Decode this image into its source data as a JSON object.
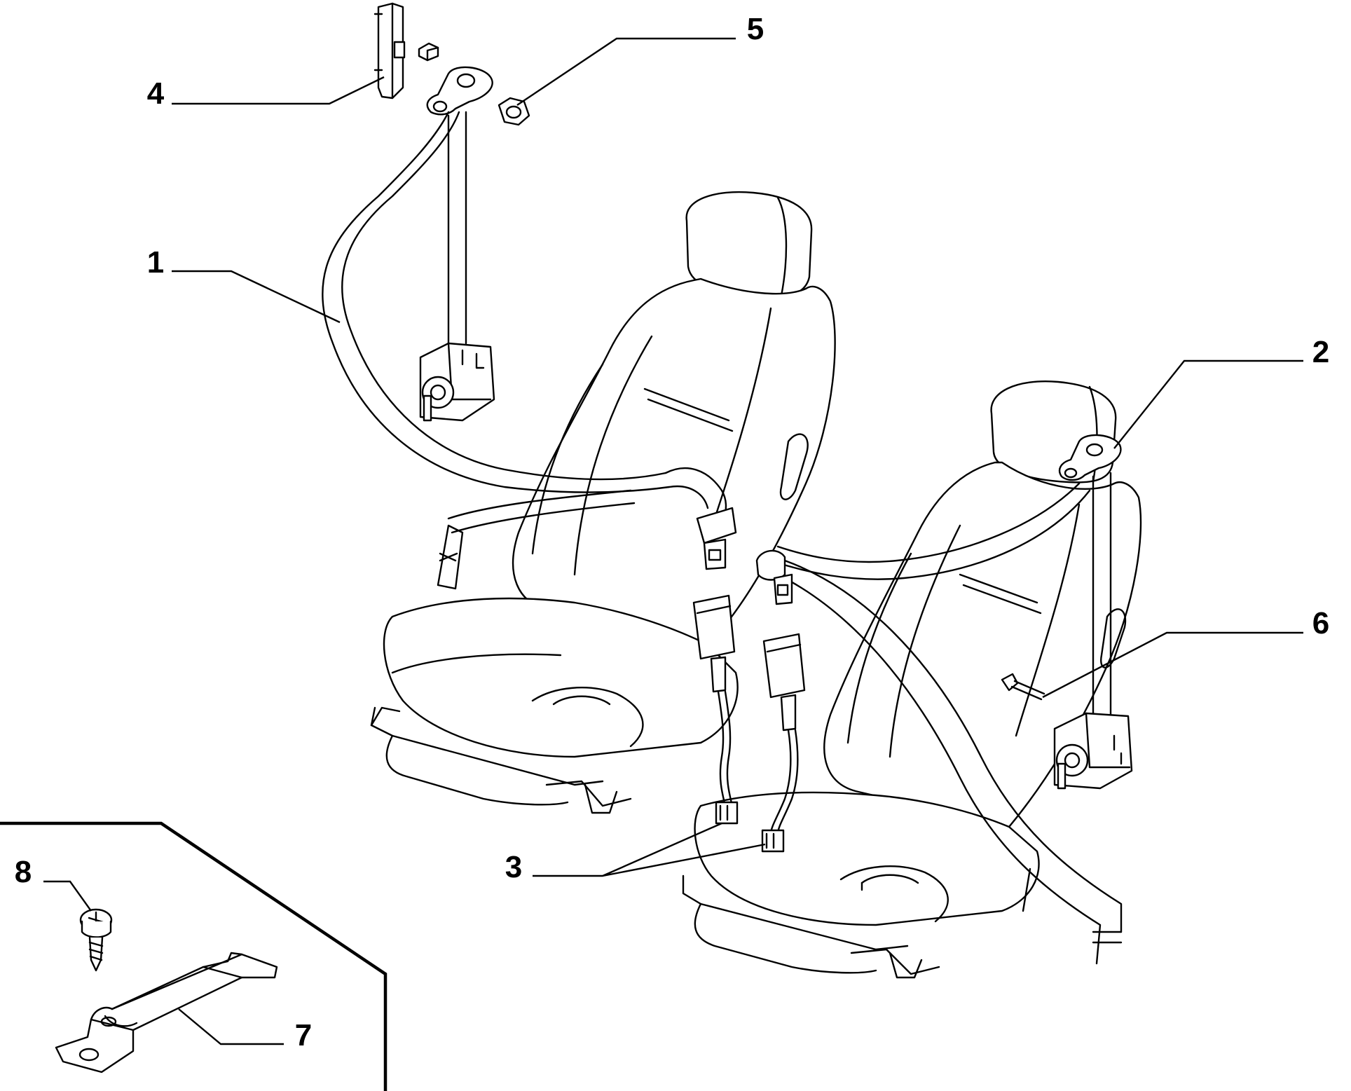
{
  "diagram": {
    "callouts": [
      {
        "id": "c1",
        "text": "1"
      },
      {
        "id": "c2",
        "text": "2"
      },
      {
        "id": "c3",
        "text": "3"
      },
      {
        "id": "c4",
        "text": "4"
      },
      {
        "id": "c5",
        "text": "5"
      },
      {
        "id": "c6",
        "text": "6"
      },
      {
        "id": "c7",
        "text": "7"
      },
      {
        "id": "c8",
        "text": "8"
      }
    ]
  }
}
